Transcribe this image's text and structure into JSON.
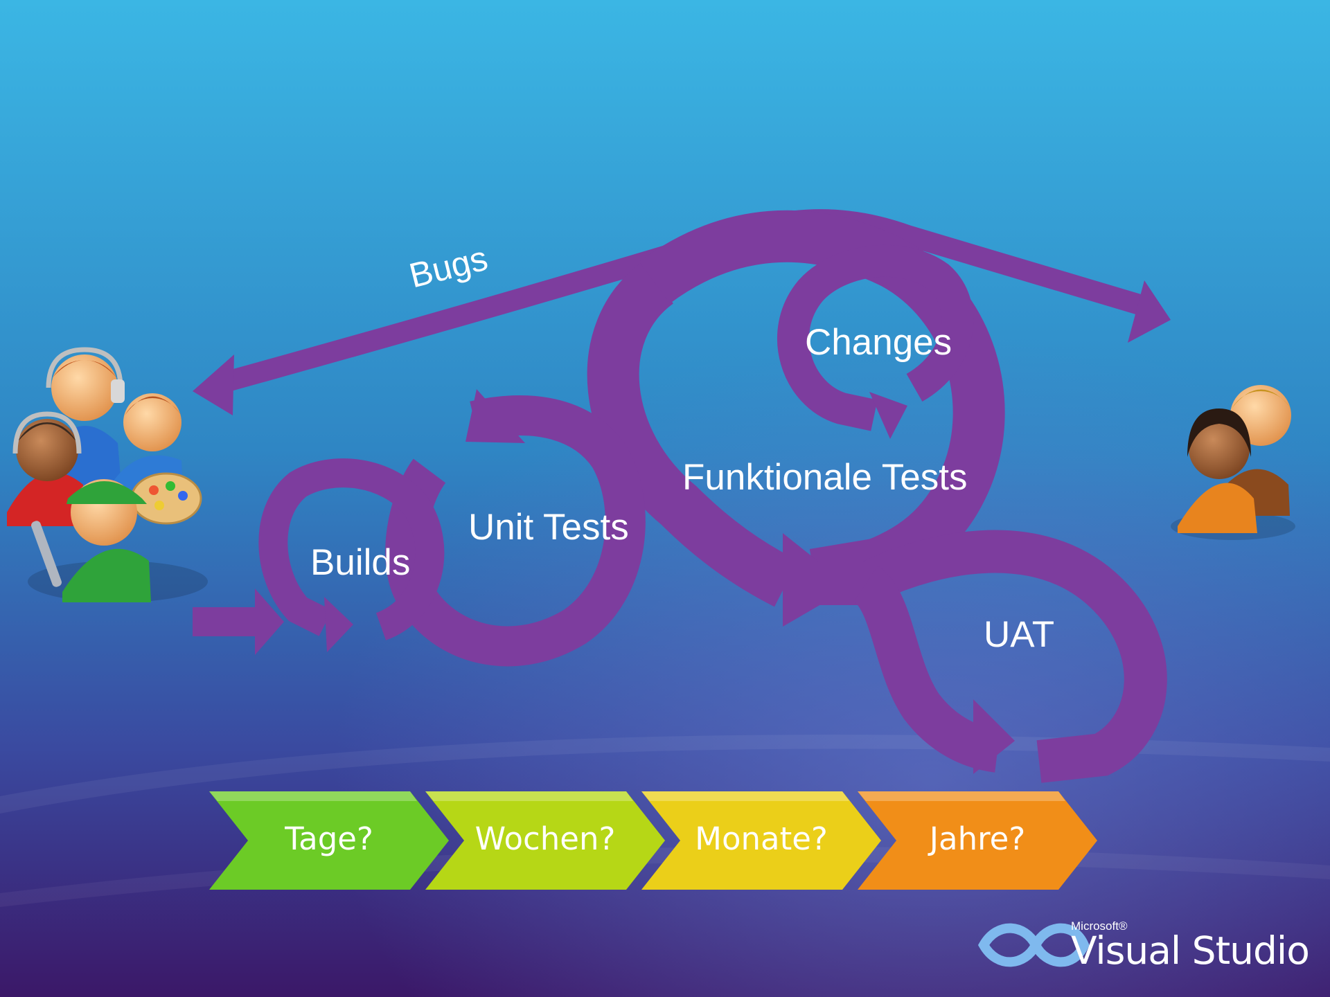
{
  "colors": {
    "arrow_purple": "#7d3d9e",
    "bg_top": "#3ab3e2",
    "bg_bottom": "#3a1a6e",
    "stage_green": "#6ccb26",
    "stage_lime": "#b8d816",
    "stage_yellow": "#ecd019",
    "stage_orange": "#f29018"
  },
  "labels": {
    "bugs": "Bugs",
    "changes": "Changes",
    "funktionale_tests": "Funktionale Tests",
    "unit_tests": "Unit Tests",
    "builds": "Builds",
    "uat": "UAT"
  },
  "stages": [
    "Tage?",
    "Wochen?",
    "Monate?",
    "Jahre?"
  ],
  "logo": {
    "brand": "Microsoft®",
    "product": "Visual Studio"
  },
  "icons": {
    "developers": "developer-team-icon",
    "customers": "business-people-icon"
  }
}
